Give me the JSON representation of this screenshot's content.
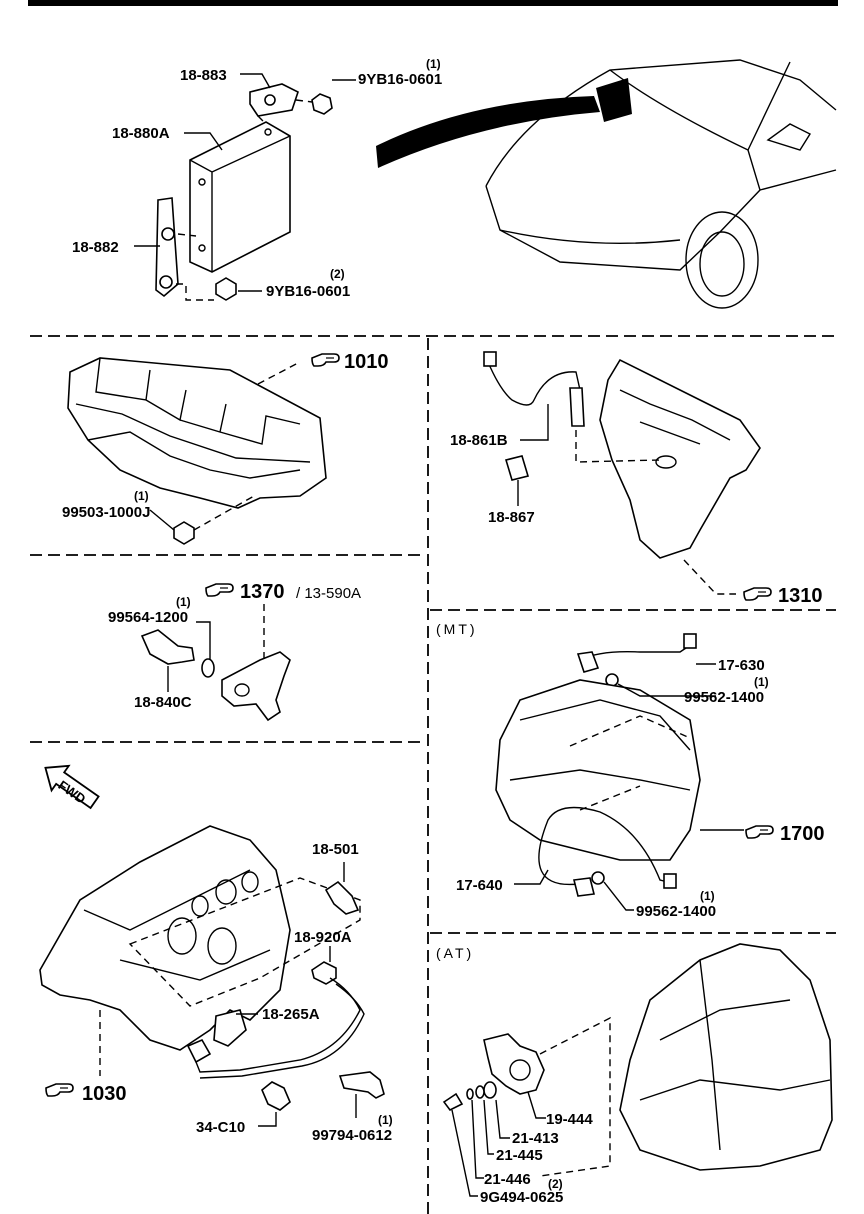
{
  "top_section": {
    "labels": [
      {
        "id": "18-883",
        "text": "18-883"
      },
      {
        "id": "9YB16-0601-1",
        "text": "9YB16-0601",
        "qty": "(1)"
      },
      {
        "id": "18-880A",
        "text": "18-880A"
      },
      {
        "id": "18-882",
        "text": "18-882"
      },
      {
        "id": "9YB16-0601-2",
        "text": "9YB16-0601",
        "qty": "(2)"
      }
    ]
  },
  "cylinder_head": {
    "ref": "1010",
    "part": {
      "text": "99503-1000J",
      "qty": "(1)"
    }
  },
  "exhaust_manifold": {
    "ref": "1310",
    "labels": [
      {
        "text": "18-861B"
      },
      {
        "text": "18-867"
      }
    ]
  },
  "water_outlet": {
    "ref": "1370",
    "ref_suffix": "/ 13-590A",
    "labels": [
      {
        "text": "99564-1200",
        "qty": "(1)"
      },
      {
        "text": "18-840C"
      }
    ]
  },
  "mt_section": {
    "title": "(MT)",
    "ref": "1700",
    "labels": [
      {
        "text": "17-630"
      },
      {
        "text": "99562-1400",
        "qty": "(1)"
      },
      {
        "text": "17-640"
      },
      {
        "text": "99562-1400",
        "qty": "(1)"
      }
    ]
  },
  "engine_block": {
    "fwd": "FWD",
    "ref": "1030",
    "labels": [
      {
        "text": "18-501"
      },
      {
        "text": "18-920A"
      },
      {
        "text": "18-265A"
      },
      {
        "text": "34-C10"
      },
      {
        "text": "99794-0612",
        "qty": "(1)"
      }
    ]
  },
  "at_section": {
    "title": "(AT)",
    "labels": [
      {
        "text": "19-444"
      },
      {
        "text": "21-413"
      },
      {
        "text": "21-445"
      },
      {
        "text": "21-446",
        "qty": "(2)"
      },
      {
        "text": "9G494-0625"
      }
    ]
  }
}
